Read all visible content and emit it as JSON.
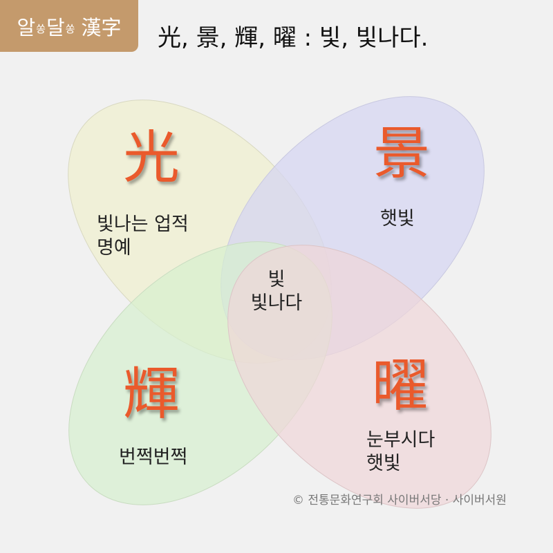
{
  "badge": {
    "part1": "알",
    "small1": "쏭",
    "part2": "달",
    "small2": "쏭",
    "han": "漢字"
  },
  "title": "光, 景, 輝, 曜 : 빛, 빛나다.",
  "circles": [
    {
      "char": "光",
      "lines": [
        "빛나는 업적",
        "명예"
      ],
      "color": "#efefcf"
    },
    {
      "char": "景",
      "lines": [
        "햇빛"
      ],
      "color": "#d6d6f2"
    },
    {
      "char": "輝",
      "lines": [
        "번쩍번쩍"
      ],
      "color": "#d6f0cf"
    },
    {
      "char": "曜",
      "lines": [
        "눈부시다",
        "햇빛"
      ],
      "color": "#f0d6d8"
    }
  ],
  "center": {
    "line1": "빛",
    "line2": "빛나다"
  },
  "credit": "© 전통문화연구회 사이버서당 · 사이버서원",
  "accent": "#ea5a2c"
}
